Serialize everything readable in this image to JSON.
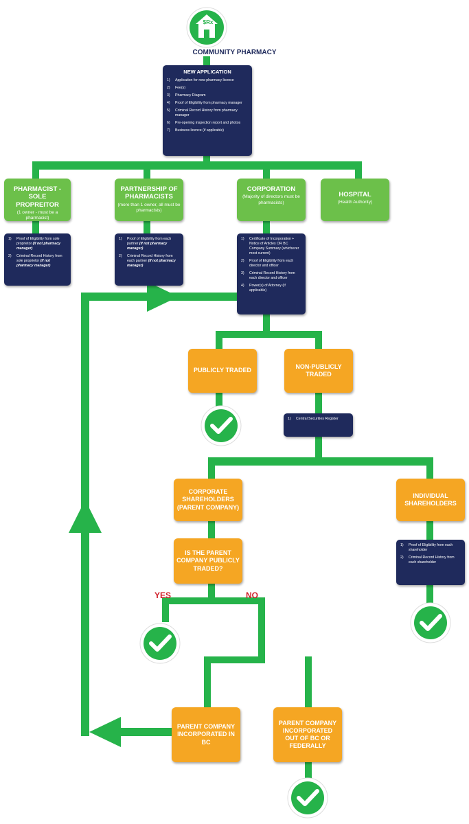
{
  "title": "COMMUNITY PHARMACY",
  "icon_text": "$Rx",
  "new_application": {
    "heading": "NEW APPLICATION",
    "items": [
      {
        "n": "1)",
        "text": "Application for new pharmacy licence"
      },
      {
        "n": "2)",
        "text": "Fee(s)"
      },
      {
        "n": "3)",
        "text": "Pharmacy Diagram"
      },
      {
        "n": "4)",
        "text": "Proof of Eligibility from pharmacy manager"
      },
      {
        "n": "5)",
        "text": "Criminal Record History from pharmacy manager"
      },
      {
        "n": "6)",
        "text": "Pre-opening inspection report and photos"
      },
      {
        "n": "7)",
        "text": "Business licence (if applicable)"
      }
    ]
  },
  "types": {
    "sole": {
      "title": "PHARMACIST - SOLE PROPREITOR",
      "sub": "(1 owner - must be a pharmacist)"
    },
    "partnership": {
      "title": "PARTNERSHIP OF PHARMACISTS",
      "sub": "(more than 1 owner, all must be pharmacists)"
    },
    "corporation": {
      "title": "CORPORATION",
      "sub": "(Majority of directors must be pharmacists)"
    },
    "hospital": {
      "title": "HOSPITAL",
      "sub": "(Health Authority)"
    }
  },
  "sole_docs": {
    "items": [
      {
        "n": "1)",
        "text": "Proof of Eligibility from sole proprietor",
        "note": "(if not pharmacy manager)"
      },
      {
        "n": "2)",
        "text": "Criminal Record History from sole proprietor",
        "note": "(if not pharmacy manager)"
      }
    ]
  },
  "partner_docs": {
    "items": [
      {
        "n": "1)",
        "text": "Proof of Eligibility from each partner",
        "note": "(if not pharmacy manager)"
      },
      {
        "n": "2)",
        "text": "Criminal Record History from each partner",
        "note": "(if not pharmacy manager)"
      }
    ]
  },
  "corp_docs": {
    "items": [
      {
        "n": "1)",
        "text": "Certificate of Incorporation + Notice of Articles OR BC Company Summary (whichever most current)"
      },
      {
        "n": "2)",
        "text": "Proof of Eligibility from each director and officer"
      },
      {
        "n": "3)",
        "text": "Criminal Record History from each director and officer"
      },
      {
        "n": "4)",
        "text": "Power(s) of Attorney (if applicable)"
      }
    ]
  },
  "publicly_traded": "PUBLICLY TRADED",
  "non_publicly_traded": "NON-PUBLICLY TRADED",
  "central_register": {
    "items": [
      {
        "n": "1)",
        "text": "Central Securities Register"
      }
    ]
  },
  "corporate_shareholders": "CORPORATE SHAREHOLDERS (PARENT COMPANY)",
  "individual_shareholders": "INDIVIDUAL SHAREHOLDERS",
  "individual_docs": {
    "items": [
      {
        "n": "1)",
        "text": "Proof of Eligibility from each shareholder"
      },
      {
        "n": "2)",
        "text": "Criminal Record History from each shareholder"
      }
    ]
  },
  "parent_question": "IS THE PARENT COMPANY PUBLICLY TRADED?",
  "yes_label": "YES",
  "no_label": "NO",
  "parent_in_bc": "PARENT COMPANY INCORPORATED IN BC",
  "parent_out_bc": "PARENT COMPANY INCORPORATED OUT OF BC OR FEDERALLY",
  "colors": {
    "green": "#26b34a",
    "box_green": "#6cc04a",
    "navy": "#1f2a5c",
    "orange": "#f5a623",
    "red_label": "#d0202a"
  },
  "icons": [
    "home-rx-icon",
    "checkmark-icon"
  ]
}
